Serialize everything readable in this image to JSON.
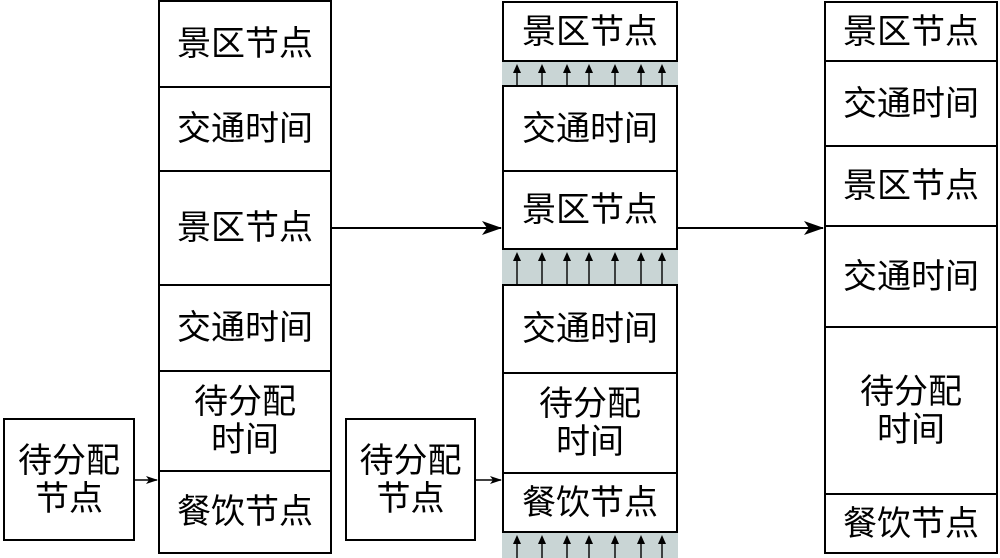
{
  "diagram": {
    "title": "",
    "stage1": {
      "input_node": "待分配\n节点",
      "cells": [
        "景区节点",
        "交通时间",
        "景区节点",
        "交通时间",
        "待分配\n时间",
        "餐饮节点"
      ]
    },
    "stage2": {
      "input_node": "待分配\n节点",
      "cells": [
        "景区节点",
        "交通时间",
        "景区节点",
        "交通时间",
        "待分配\n时间",
        "餐饮节点"
      ],
      "compression_bands": 3
    },
    "stage3": {
      "cells": [
        "景区节点",
        "交通时间",
        "景区节点",
        "交通时间",
        "待分配\n时间",
        "餐饮节点"
      ]
    },
    "colors": {
      "stroke": "#000000",
      "band_fill": "#c9d5d5",
      "background": "#ffffff"
    }
  }
}
